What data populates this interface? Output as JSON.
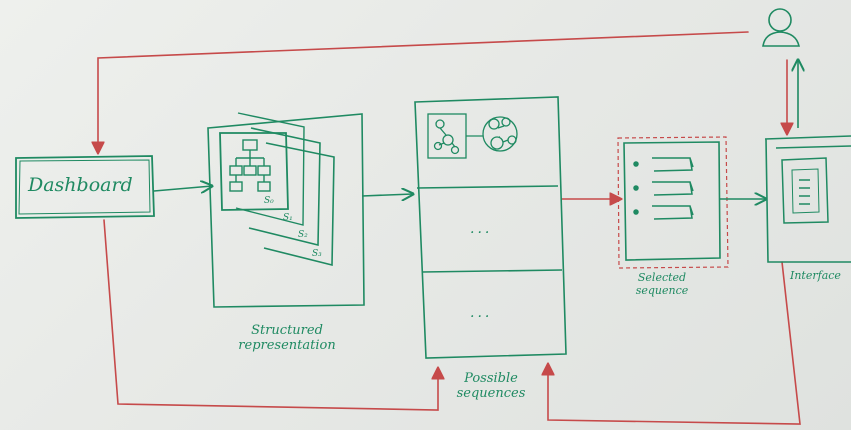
{
  "nodes": {
    "dashboard": {
      "label": "Dashboard"
    },
    "structured_representation": {
      "label_line1": "Structured",
      "label_line2": "representation",
      "stack_labels": [
        "S₀",
        "S₁",
        "S₂",
        "S₃"
      ]
    },
    "possible_sequences": {
      "label_line1": "Possible",
      "label_line2": "sequences",
      "placeholder": "..."
    },
    "selected_sequence": {
      "label_line1": "Selected",
      "label_line2": "sequence"
    },
    "interface": {
      "label": "Interface"
    }
  },
  "colors": {
    "node_stroke": "#1f8a62",
    "flow_arrow": "#c64a4a",
    "background": "#e9ebe8"
  },
  "icons": [
    "user-icon",
    "tree-icon",
    "graph-icon",
    "list-icon",
    "document-icon"
  ]
}
